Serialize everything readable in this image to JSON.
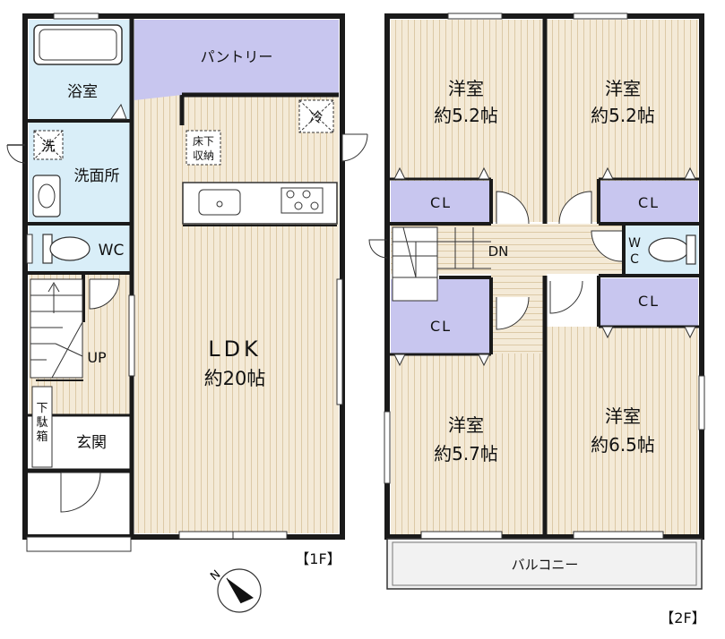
{
  "floor1": {
    "bath": "浴室",
    "pantry": "パントリー",
    "fridge": "冷",
    "underfloor_1": "床下",
    "underfloor_2": "収納",
    "washer": "洗",
    "washroom": "洗面所",
    "wc": "WC",
    "ldk": "LDK",
    "ldk_size": "約20帖",
    "stairs_up": "UP",
    "shoe_box_1": "下",
    "shoe_box_2": "駄",
    "shoe_box_3": "箱",
    "entrance": "玄関",
    "floor_tag": "【1F】"
  },
  "floor2": {
    "room_nw": "洋室",
    "room_nw_size": "約5.2帖",
    "room_ne": "洋室",
    "room_ne_size": "約5.2帖",
    "closet_nw": "CL",
    "closet_ne": "CL",
    "closet_sw": "CL",
    "closet_se": "CL",
    "stairs_down": "DN",
    "wc_1": "W",
    "wc_2": "C",
    "room_sw": "洋室",
    "room_sw_size": "約5.7帖",
    "room_se": "洋室",
    "room_se_size": "約6.5帖",
    "balcony": "バルコニー",
    "floor_tag": "【2F】"
  },
  "compass": "N",
  "colors": {
    "wall": "#1a1a1a",
    "wood": "#f4ead7",
    "wood_line": "#dcc9a6",
    "water": "#d9eef8",
    "closet": "#c8c6ef",
    "balcony": "#f2f2f2"
  }
}
